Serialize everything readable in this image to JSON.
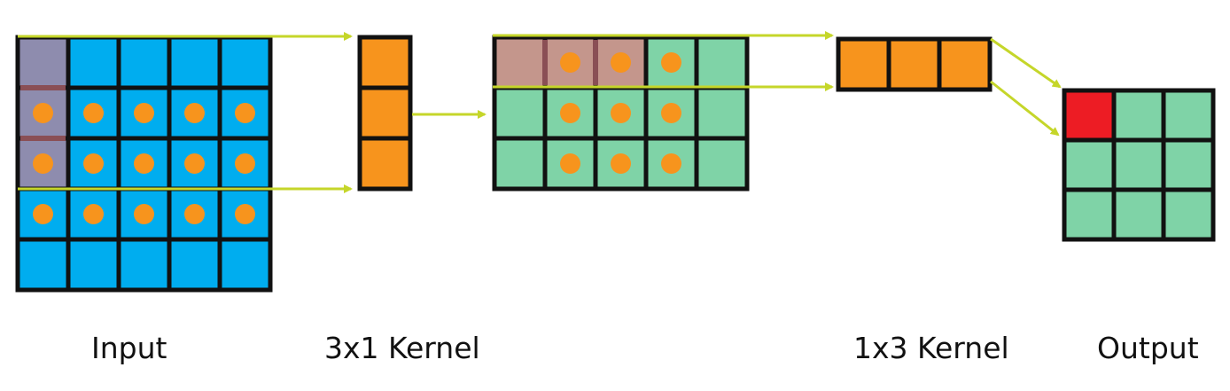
{
  "labels": {
    "input": "Input",
    "kernel_3x1": "3x1 Kernel",
    "kernel_1x3": "1x3 Kernel",
    "output": "Output"
  },
  "colors": {
    "input_cell": "#00adef",
    "kernel_cell": "#f7941d",
    "intermediate_cell": "#7fd3a7",
    "output_highlight": "#ed1c24",
    "input_window": "#8e8cae",
    "intermediate_window": "#c4968c",
    "window_divider": "#8a4f55",
    "dot": "#f7941d",
    "arrow": "#c5d62a",
    "grid_line": "#111111"
  },
  "grids": {
    "input": {
      "rows": 5,
      "cols": 5,
      "fill": "input_cell",
      "window_rows": [
        0,
        1,
        2
      ],
      "window_cols": [
        0
      ],
      "dots": [
        [
          1,
          0
        ],
        [
          1,
          1
        ],
        [
          1,
          2
        ],
        [
          1,
          3
        ],
        [
          1,
          4
        ],
        [
          2,
          0
        ],
        [
          2,
          1
        ],
        [
          2,
          2
        ],
        [
          2,
          3
        ],
        [
          2,
          4
        ],
        [
          3,
          0
        ],
        [
          3,
          1
        ],
        [
          3,
          2
        ],
        [
          3,
          3
        ],
        [
          3,
          4
        ]
      ]
    },
    "kernel_3x1": {
      "rows": 3,
      "cols": 1,
      "fill": "kernel_cell"
    },
    "intermediate": {
      "rows": 3,
      "cols": 5,
      "fill": "intermediate_cell",
      "window_rows": [
        0
      ],
      "window_cols": [
        0,
        1,
        2
      ],
      "dots": [
        [
          0,
          1
        ],
        [
          0,
          2
        ],
        [
          0,
          3
        ],
        [
          1,
          1
        ],
        [
          1,
          2
        ],
        [
          1,
          3
        ],
        [
          2,
          1
        ],
        [
          2,
          2
        ],
        [
          2,
          3
        ]
      ]
    },
    "kernel_1x3": {
      "rows": 1,
      "cols": 3,
      "fill": "kernel_cell"
    },
    "output": {
      "rows": 3,
      "cols": 3,
      "fill": "intermediate_cell",
      "highlight": [
        [
          0,
          0
        ]
      ]
    }
  },
  "arrows": [
    "input-top-to-kernel-3x1",
    "input-bottom-to-kernel-3x1",
    "kernel-3x1-to-intermediate",
    "intermediate-top-to-kernel-1x3",
    "intermediate-mid-to-kernel-1x3",
    "kernel-1x3-top-to-output",
    "kernel-1x3-bottom-to-output"
  ]
}
